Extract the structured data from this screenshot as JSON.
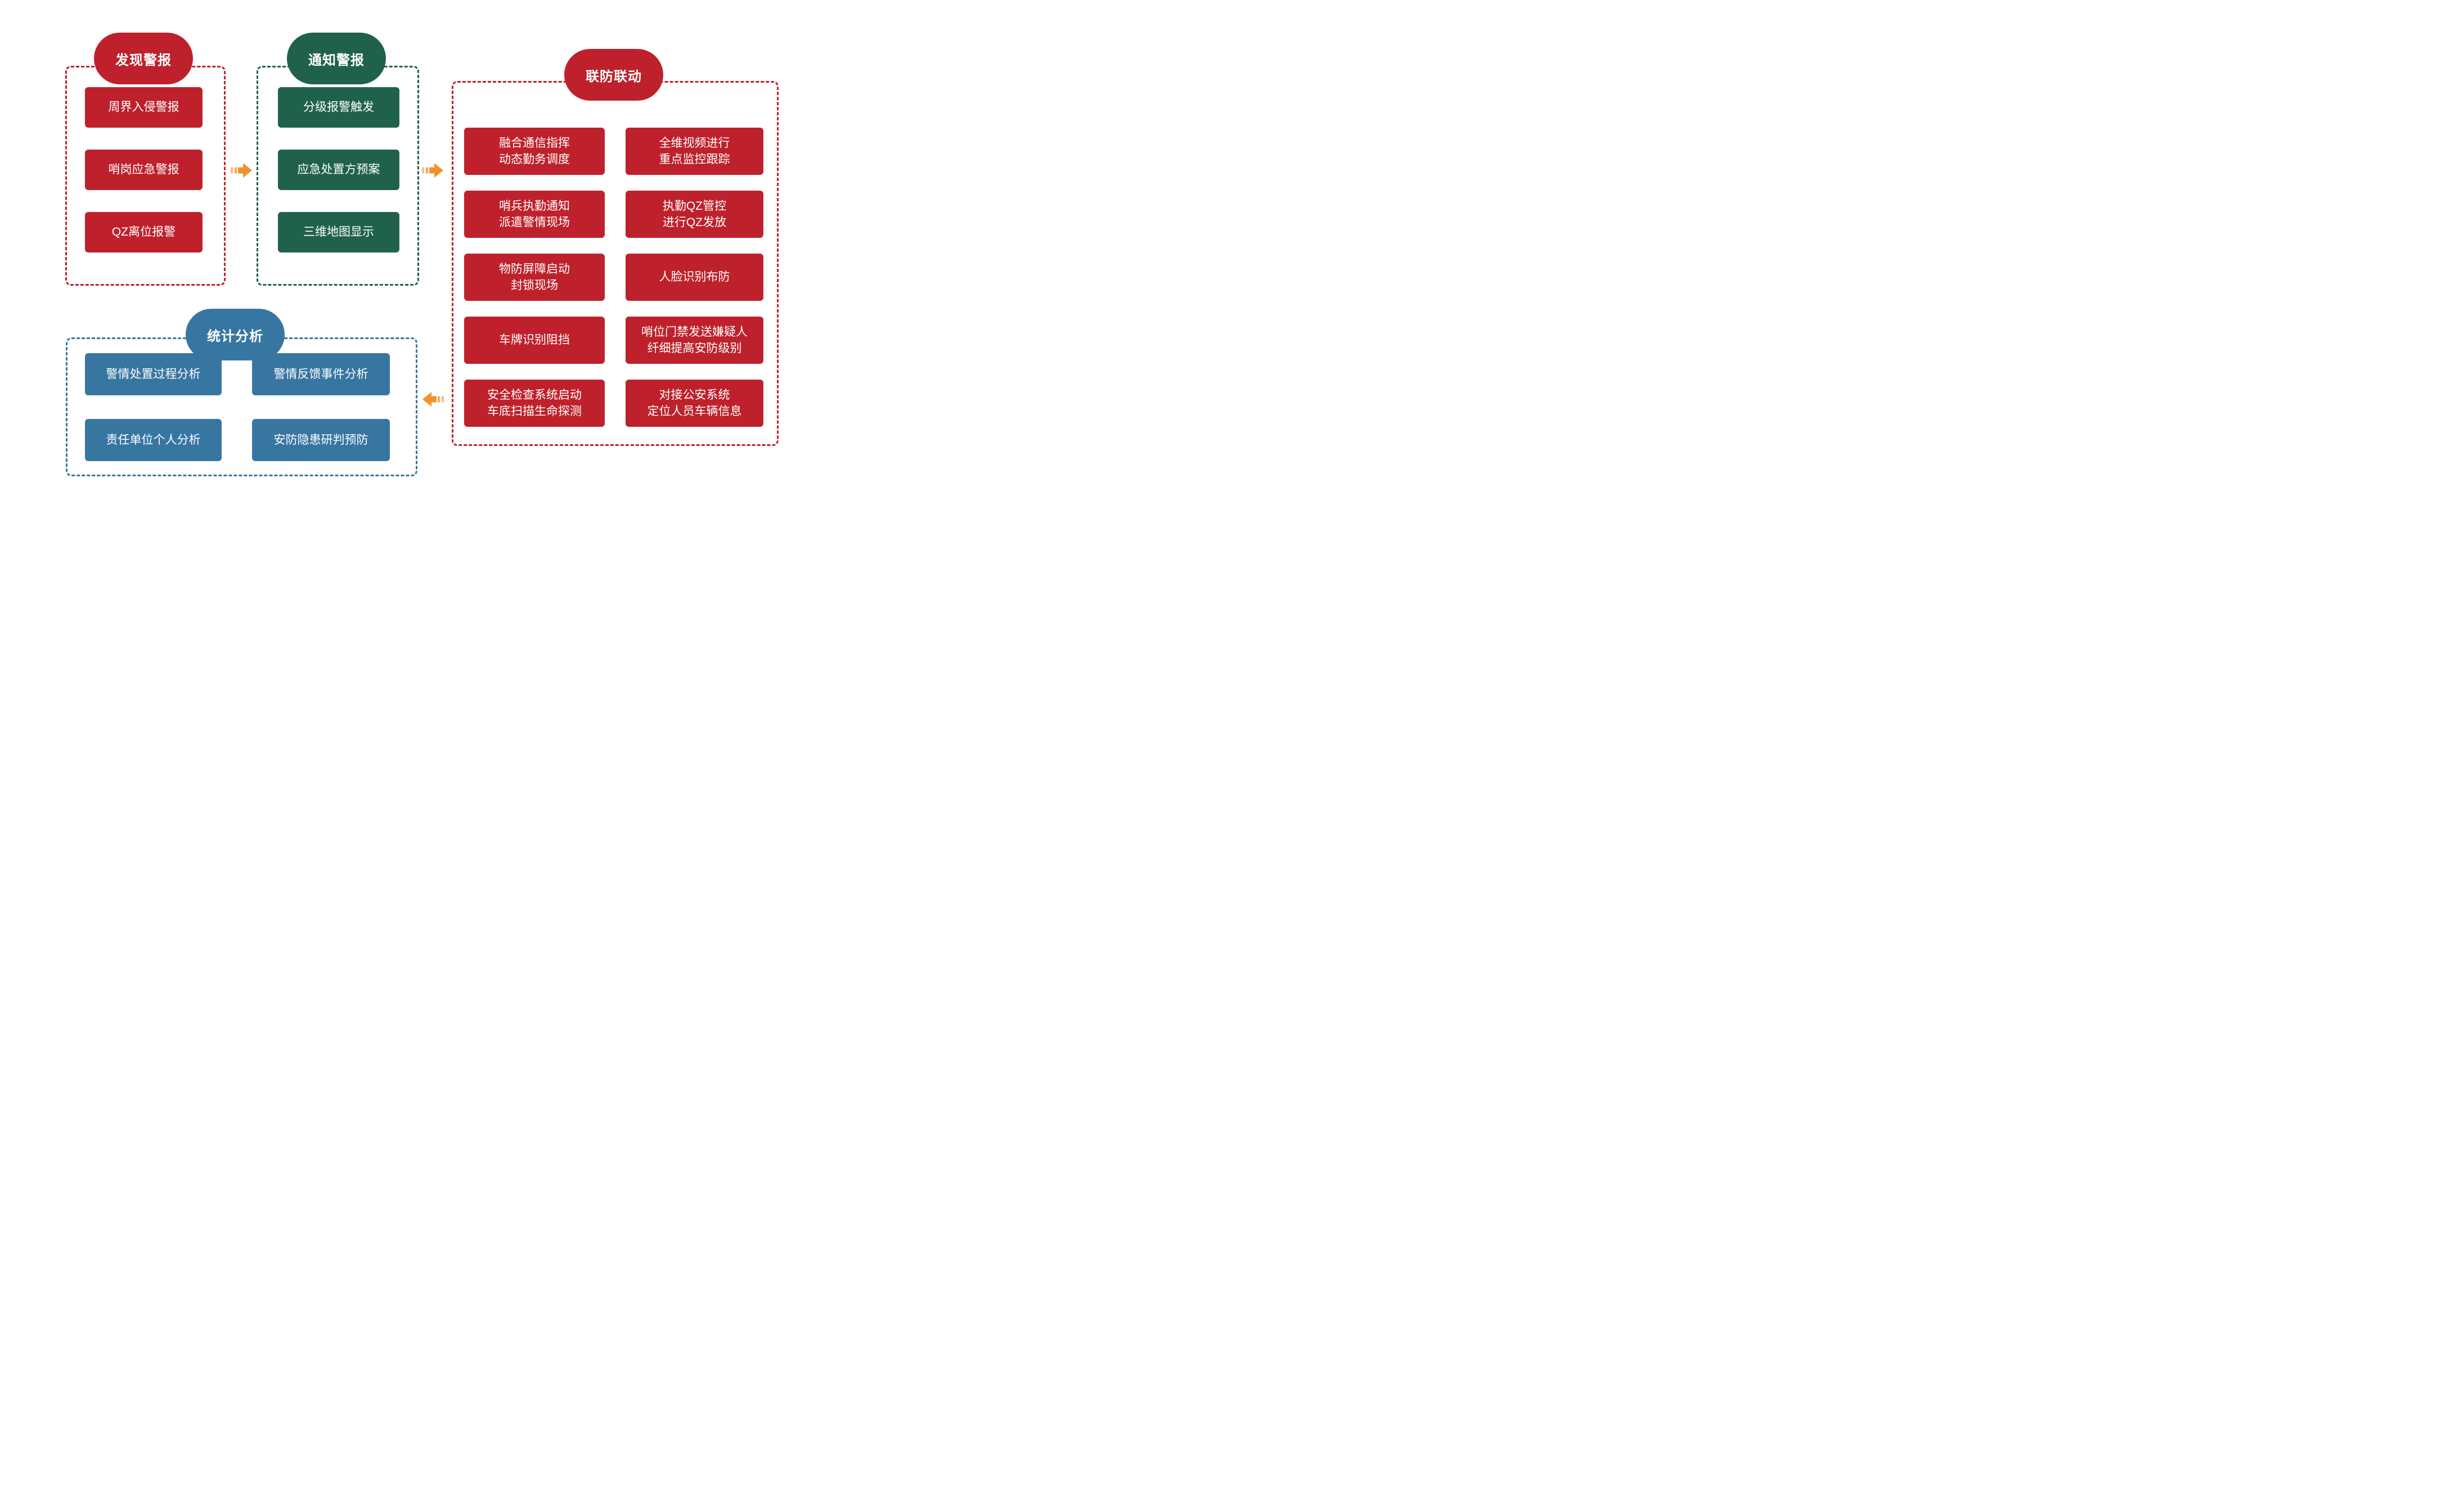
{
  "diagram": {
    "groups": {
      "discover": {
        "title": "发现警报",
        "items": [
          "周界入侵警报",
          "哨岗应急警报",
          "QZ离位报警"
        ]
      },
      "notify": {
        "title": "通知警报",
        "items": [
          "分级报警触发",
          "应急处置方预案",
          "三维地图显示"
        ]
      },
      "linkage": {
        "title": "联防联动",
        "left_items": [
          "融合通信指挥\n动态勤务调度",
          "哨兵执勤通知\n派遣警情现场",
          "物防屏障启动\n封锁现场",
          "车牌识别阻挡",
          "安全检查系统启动\n车底扫描生命探测"
        ],
        "right_items": [
          "全维视频进行\n重点监控跟踪",
          "执勤QZ管控\n进行QZ发放",
          "人脸识别布防",
          "哨位门禁发送嫌疑人\n纤细提高安防级别",
          "对接公安系统\n定位人员车辆信息"
        ]
      },
      "stats": {
        "title": "统计分析",
        "left_items": [
          "警情处置过程分析",
          "责任单位个人分析"
        ],
        "right_items": [
          "警情反馈事件分析",
          "安防隐患研判预防"
        ]
      }
    },
    "arrows": [
      {
        "name": "arrow-discover-to-notify",
        "direction": "right"
      },
      {
        "name": "arrow-notify-to-linkage",
        "direction": "right"
      },
      {
        "name": "arrow-linkage-to-stats",
        "direction": "left"
      }
    ],
    "colors": {
      "red": "#BE212B",
      "green": "#20614D",
      "blue": "#3876A2",
      "orange": "#F0932D",
      "orange_light": "#F6BE85",
      "white": "#FFFFFF"
    }
  }
}
